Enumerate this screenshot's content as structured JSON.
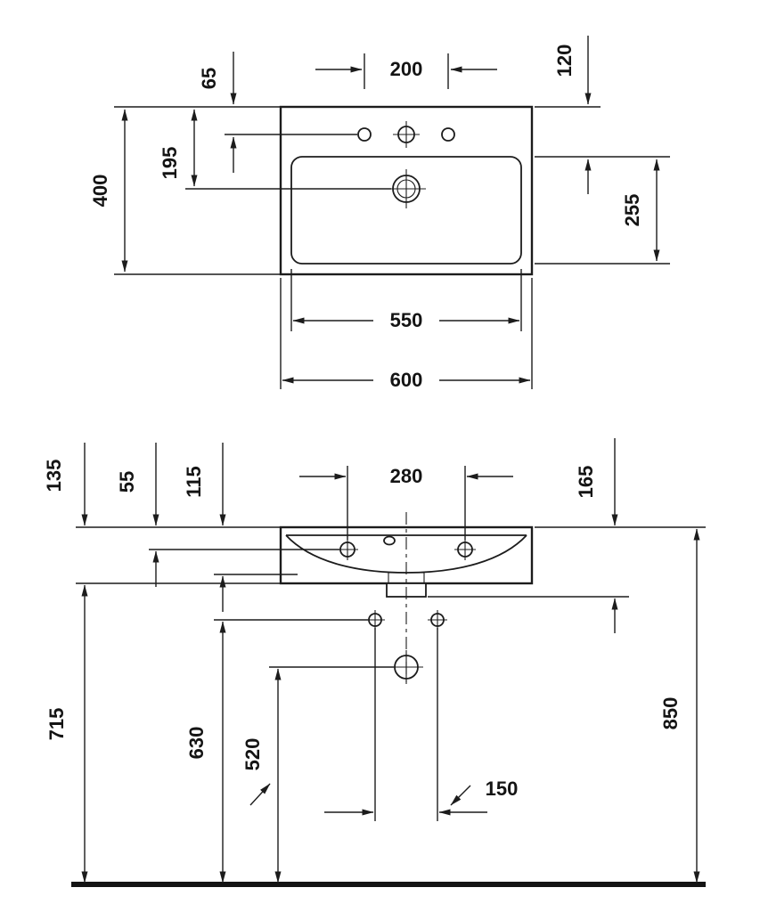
{
  "drawing": {
    "product": "Washbasin technical drawing (top view and front view)",
    "units": "mm",
    "line_color": "#1c1c1c",
    "background": "#ffffff",
    "top_view": {
      "overall_width": "600",
      "basin_width": "550",
      "overall_depth": "400",
      "faucet_hole_spacing": "200",
      "back_edge_to_faucet_holes": "65",
      "back_edge_to_basin_rim": "120",
      "back_edge_to_drain": "195",
      "basin_front_to_back": "255"
    },
    "front_view": {
      "basin_height": "135",
      "top_to_side_holes": "55",
      "top_to_basin_floor": "115",
      "side_hole_spacing": "280",
      "top_to_outlet_bottom": "165",
      "underside_to_floor": "715",
      "fixing_holes_to_floor": "630",
      "trap_to_floor": "520",
      "lower_hole_spacing": "150",
      "rim_to_floor": "850"
    }
  }
}
